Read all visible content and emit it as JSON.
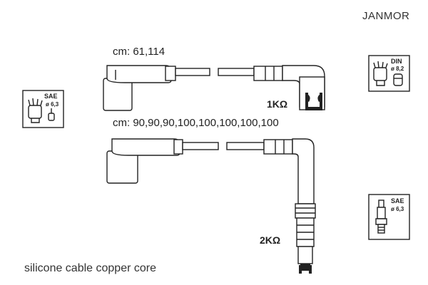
{
  "brand": "JANMOR",
  "cable_1": {
    "length_label": "cm: 61,114",
    "resistance": "1KΩ"
  },
  "cable_2": {
    "length_label": "cm: 90,90,90,100,100,100,100,100",
    "resistance": "2KΩ"
  },
  "footer": "silicone cable copper core",
  "icons": {
    "distributor_left": {
      "standard": "SAE",
      "diameter": "ø 6,3"
    },
    "distributor_right": {
      "standard": "DIN",
      "diameter": "ø 8,2"
    },
    "spark_plug": {
      "standard": "SAE",
      "diameter": "ø 6,3"
    }
  }
}
